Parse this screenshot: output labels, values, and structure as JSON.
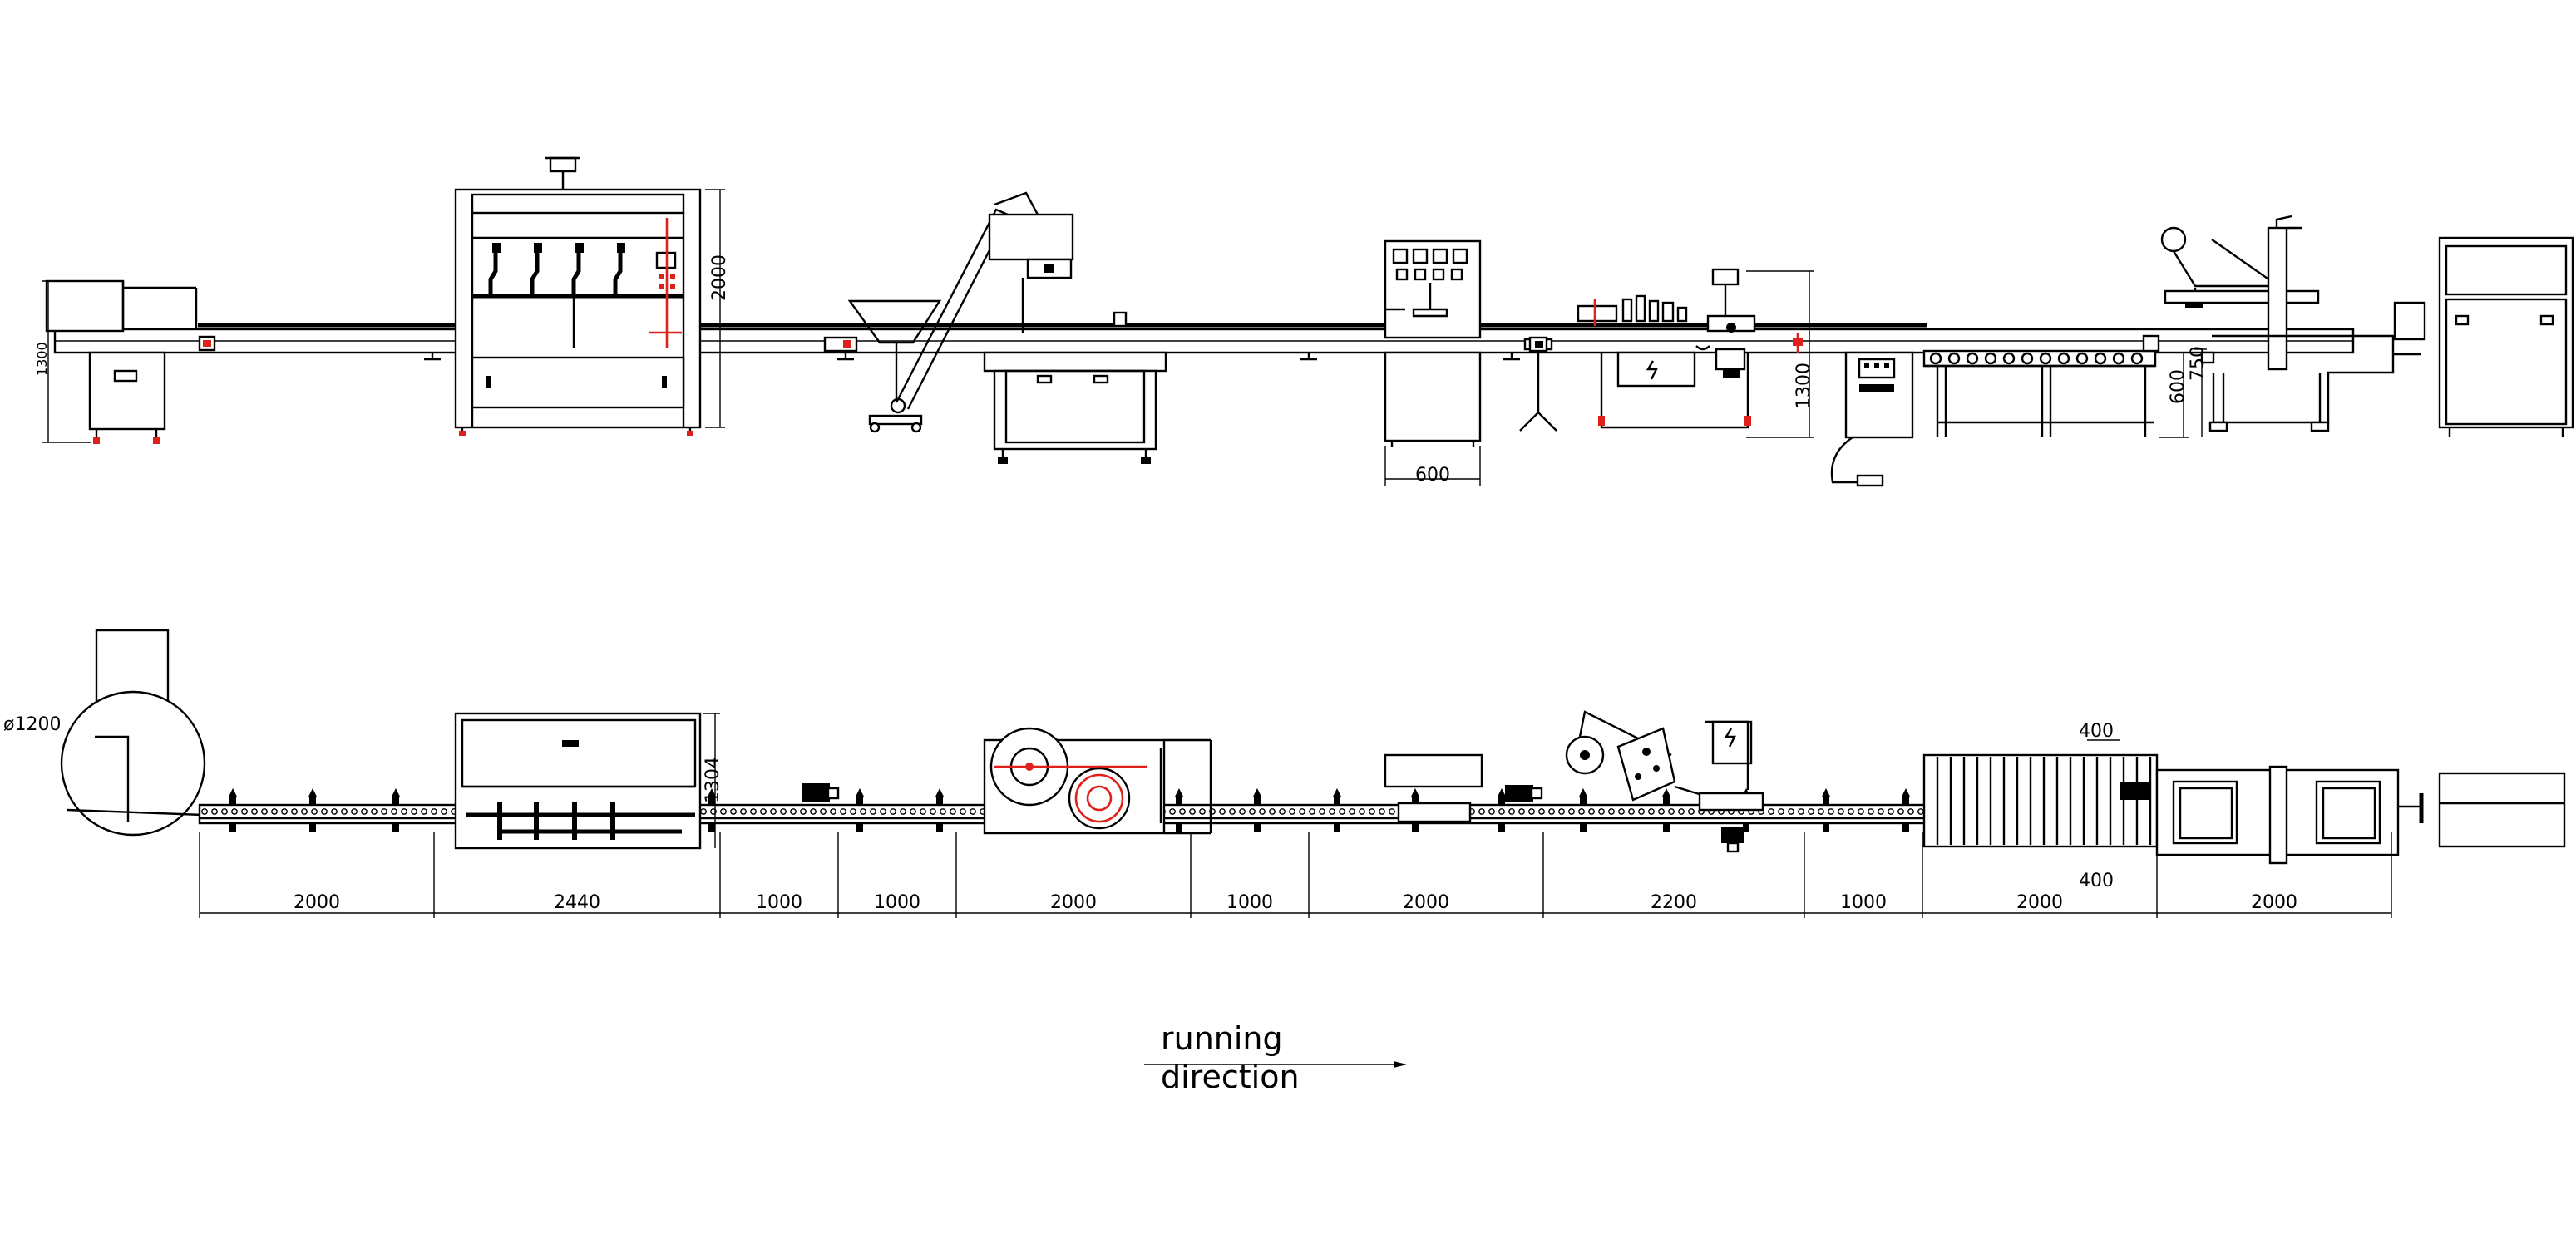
{
  "colors": {
    "line": "#000000",
    "accent": "#e0201a",
    "background": "#ffffff"
  },
  "elevation": {
    "dims": {
      "feeder_height": "1300",
      "filler_height": "2000",
      "control_width": "600",
      "labeler_height": "1300",
      "conveyor_height": "600",
      "sealer_height": "750"
    }
  },
  "plan": {
    "turntable_diameter": "ø1200",
    "filler_depth": "1304",
    "labeler_width_top": "400",
    "labeler_width_bottom": "400",
    "lengths": [
      "2000",
      "2440",
      "1000",
      "1000",
      "2000",
      "1000",
      "2000",
      "2200",
      "1000",
      "2000",
      "2000"
    ]
  },
  "direction": {
    "line1": "running",
    "line2": "direction"
  }
}
